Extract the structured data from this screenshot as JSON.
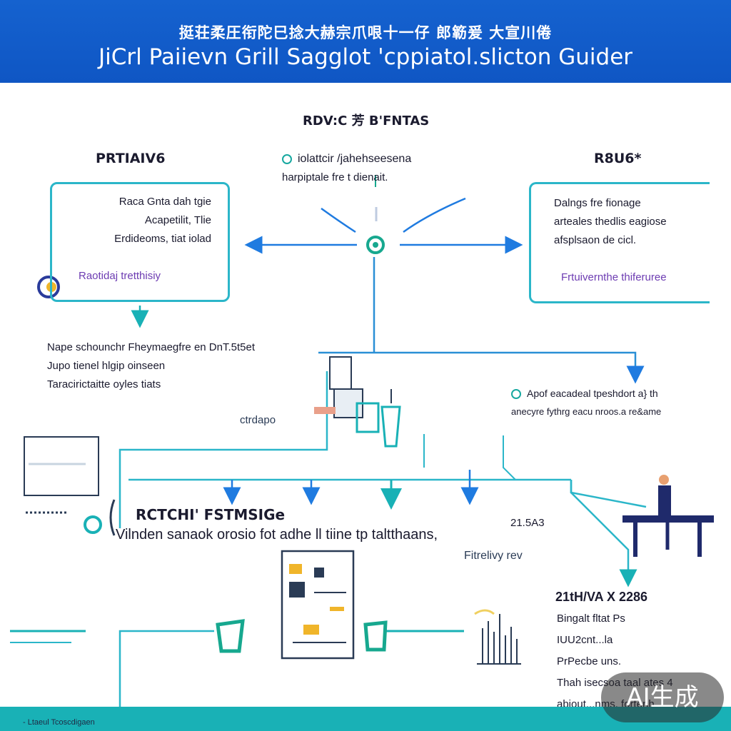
{
  "header": {
    "subtitle": "挺荘柔圧衔陀巳捻大赫宗爪哏十一仔 郎簕爰 大宣川倦 ",
    "title": "JiCrl Paiievn Grill Sagglot 'cppiatol.slicton Guider"
  },
  "top_center": {
    "heading": "RDV:C 芳 B'FNTAS",
    "line1": "iolattcir /jahehseesena",
    "line2": "harpiptale fre t dienait."
  },
  "left_panel": {
    "heading": "PRTIAIV6",
    "lines": [
      "Raca Gnta dah tgie",
      "Acapetilit, Tlie",
      "Erdideoms, tiat iolad"
    ],
    "link": "Raotidaj tretthisiy"
  },
  "right_panel": {
    "heading": "R8U6*",
    "lines": [
      "Dalngs fre fionage",
      "arteales thedlis eagiose",
      "afsplsaon de cicl."
    ],
    "link": "Frtuivernthe thiferuree"
  },
  "mid_left_list": [
    "Nape schounchr Fheymaegfre en DnT.5t5et",
    "Jupo tienel hlgip oinseen",
    "Taracirictaitte oyles tiats"
  ],
  "mid_left_label": "ctrdapo",
  "mid_right": {
    "line1": "Apof eacadeal tpeshdort a} th",
    "line2": "anecyre fythrg eacu nroos.a re&ame"
  },
  "center_block": {
    "heading": "RCTCHI' FSTMSIGe",
    "body": "Vilnden sanaok orosio fot adhe ll tiine tp taltthaans,"
  },
  "small_labels": {
    "a": "21.5A3",
    "b": "Fitrelivy rev"
  },
  "bottom_right": {
    "heading": "21tH/VA X 2286",
    "items": [
      "Bingalt fltat Ps",
      "IUU2cnt...la",
      "PrPecbe uns.",
      "Thah isecsoa taal ates 4",
      "abiout...nms. fortenh"
    ]
  },
  "footer": {
    "text": "- Ltaeul Tcoscdigaen"
  },
  "watermark": {
    "text": "AI生成"
  },
  "colors": {
    "header_blue": "#1562cf",
    "teal": "#19b1b6",
    "arrow_blue": "#1f7be0",
    "link_purple": "#6d3cb2"
  }
}
